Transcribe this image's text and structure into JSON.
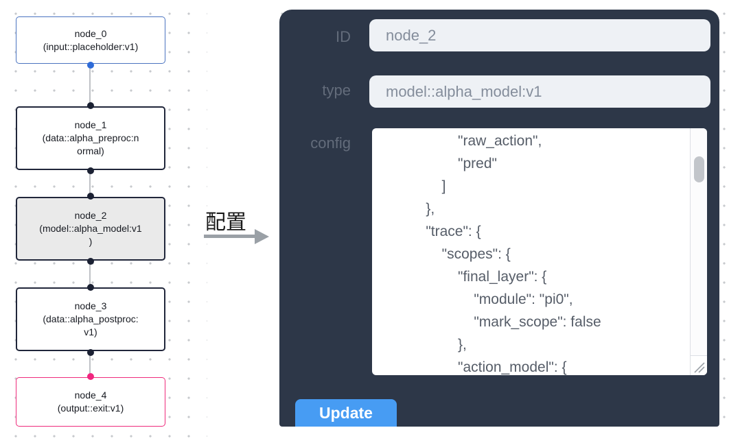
{
  "graph": {
    "nodes": [
      {
        "id": "node_0",
        "kind": "input",
        "lines": [
          "node_0",
          "(input::placeholder:v1)"
        ]
      },
      {
        "id": "node_1",
        "kind": "data",
        "lines": [
          "node_1",
          "(data::alpha_preproc:n",
          "ormal)"
        ]
      },
      {
        "id": "node_2",
        "kind": "model",
        "selected": true,
        "lines": [
          "node_2",
          "(model::alpha_model:v1",
          ")"
        ]
      },
      {
        "id": "node_3",
        "kind": "data",
        "lines": [
          "node_3",
          "(data::alpha_postproc:",
          "v1)"
        ]
      },
      {
        "id": "node_4",
        "kind": "output",
        "lines": [
          "node_4",
          "(output::exit:v1)"
        ]
      }
    ]
  },
  "transfer": {
    "label": "配置"
  },
  "panel": {
    "fields": [
      {
        "label": "ID",
        "value": "node_2"
      },
      {
        "label": "type",
        "value": "model::alpha_model:v1"
      }
    ],
    "config": {
      "label": "config",
      "value": "            \"raw_action\",\n            \"pred\"\n        ]\n    },\n    \"trace\": {\n        \"scopes\": {\n            \"final_layer\": {\n                \"module\": \"pi0\",\n                \"mark_scope\": false\n            },\n            \"action_model\": {"
    },
    "update_label": "Update"
  },
  "icons": {
    "resize_handle": "two diagonal lines, bottom-right corner",
    "scrollbar_thumb": "rounded vertical pill"
  },
  "colors": {
    "panel_bg": "#2d3748",
    "field_bg": "#eef1f5",
    "accent_button": "#479cf3",
    "node_input_border": "#4a73c0",
    "node_default_border": "#20263a",
    "node_output_border": "#ee2a7b",
    "node_selected_bg": "#eaeaea",
    "port_blue": "#2e6bd8",
    "port_dark": "#1b2133",
    "port_pink": "#f0267f",
    "canvas_dot": "#c7cacd"
  }
}
